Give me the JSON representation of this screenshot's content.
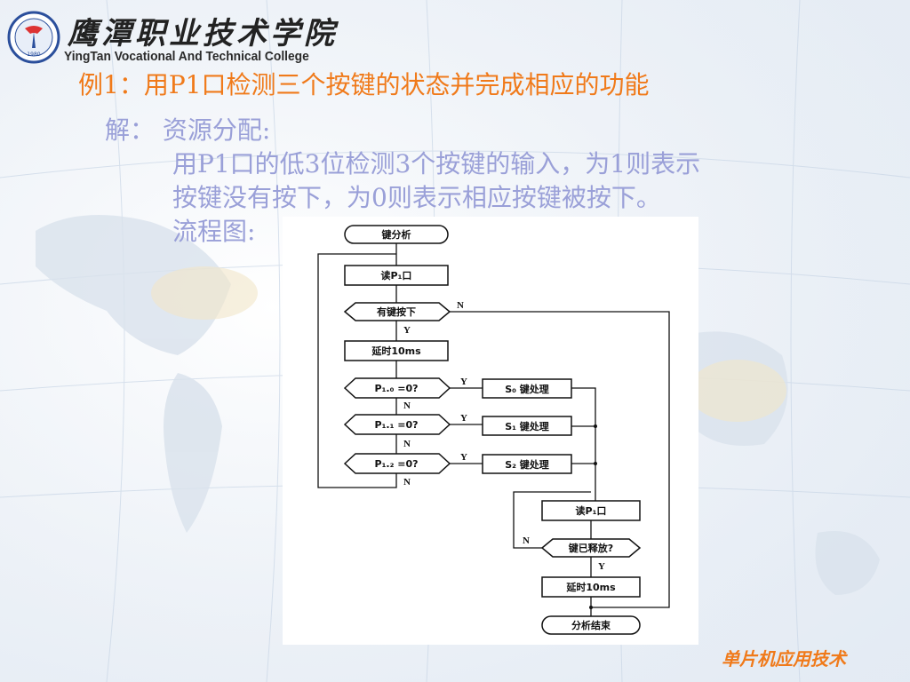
{
  "header": {
    "school_name_cn": "鹰潭职业技术学院",
    "school_name_en": "YingTan Vocational And Technical College",
    "logo_year": "1980"
  },
  "slide": {
    "title": "例1：用P1口检测三个按键的状态并完成相应的功能",
    "lines": [
      {
        "label": "解：",
        "text": "资源分配:"
      },
      {
        "label": "",
        "text": "用P1口的低3位检测3个按键的输入，为1则表示"
      },
      {
        "label": "",
        "text": "按键没有按下，为0则表示相应按键被按下。"
      },
      {
        "label": "",
        "text": "流程图:"
      }
    ]
  },
  "flowchart": {
    "start": "键分析",
    "read1": "读P₁口",
    "any_key": "有键按下",
    "delay1": "延时10ms",
    "check0": "P₁.₀ =0?",
    "check1": "P₁.₁ =0?",
    "check2": "P₁.₂ =0?",
    "proc0": "S₀ 键处理",
    "proc1": "S₁ 键处理",
    "proc2": "S₂ 键处理",
    "read2": "读P₁口",
    "released": "键已释放?",
    "delay2": "延时10ms",
    "end": "分析结束",
    "yes": "Y",
    "no": "N"
  },
  "footer": {
    "course": "单片机应用技术"
  },
  "colors": {
    "title": "#f07a1a",
    "body": "#9aa0d8",
    "footer": "#f07a1a"
  }
}
